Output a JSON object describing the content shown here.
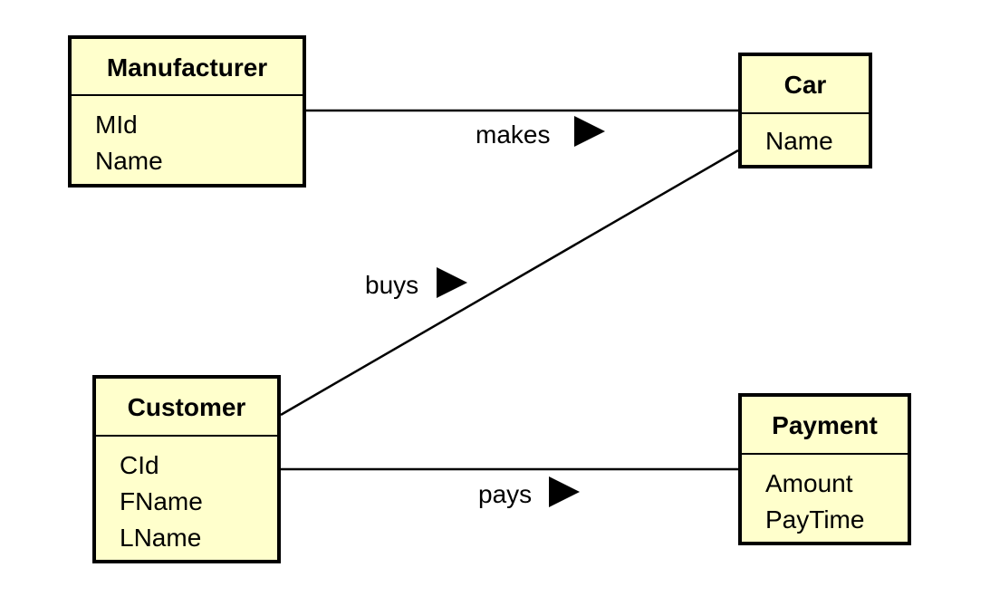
{
  "entities": {
    "manufacturer": {
      "name": "Manufacturer",
      "attributes": [
        "MId",
        "Name"
      ]
    },
    "car": {
      "name": "Car",
      "attributes": [
        "Name"
      ]
    },
    "customer": {
      "name": "Customer",
      "attributes": [
        "CId",
        "FName",
        "LName"
      ]
    },
    "payment": {
      "name": "Payment",
      "attributes": [
        "Amount",
        "PayTime"
      ]
    }
  },
  "relationships": {
    "makes": {
      "label": "makes",
      "from": "Manufacturer",
      "to": "Car"
    },
    "buys": {
      "label": "buys",
      "from": "Customer",
      "to": "Car"
    },
    "pays": {
      "label": "pays",
      "from": "Customer",
      "to": "Payment"
    }
  },
  "colors": {
    "entity_fill": "#ffffcc",
    "stroke": "#000000"
  }
}
